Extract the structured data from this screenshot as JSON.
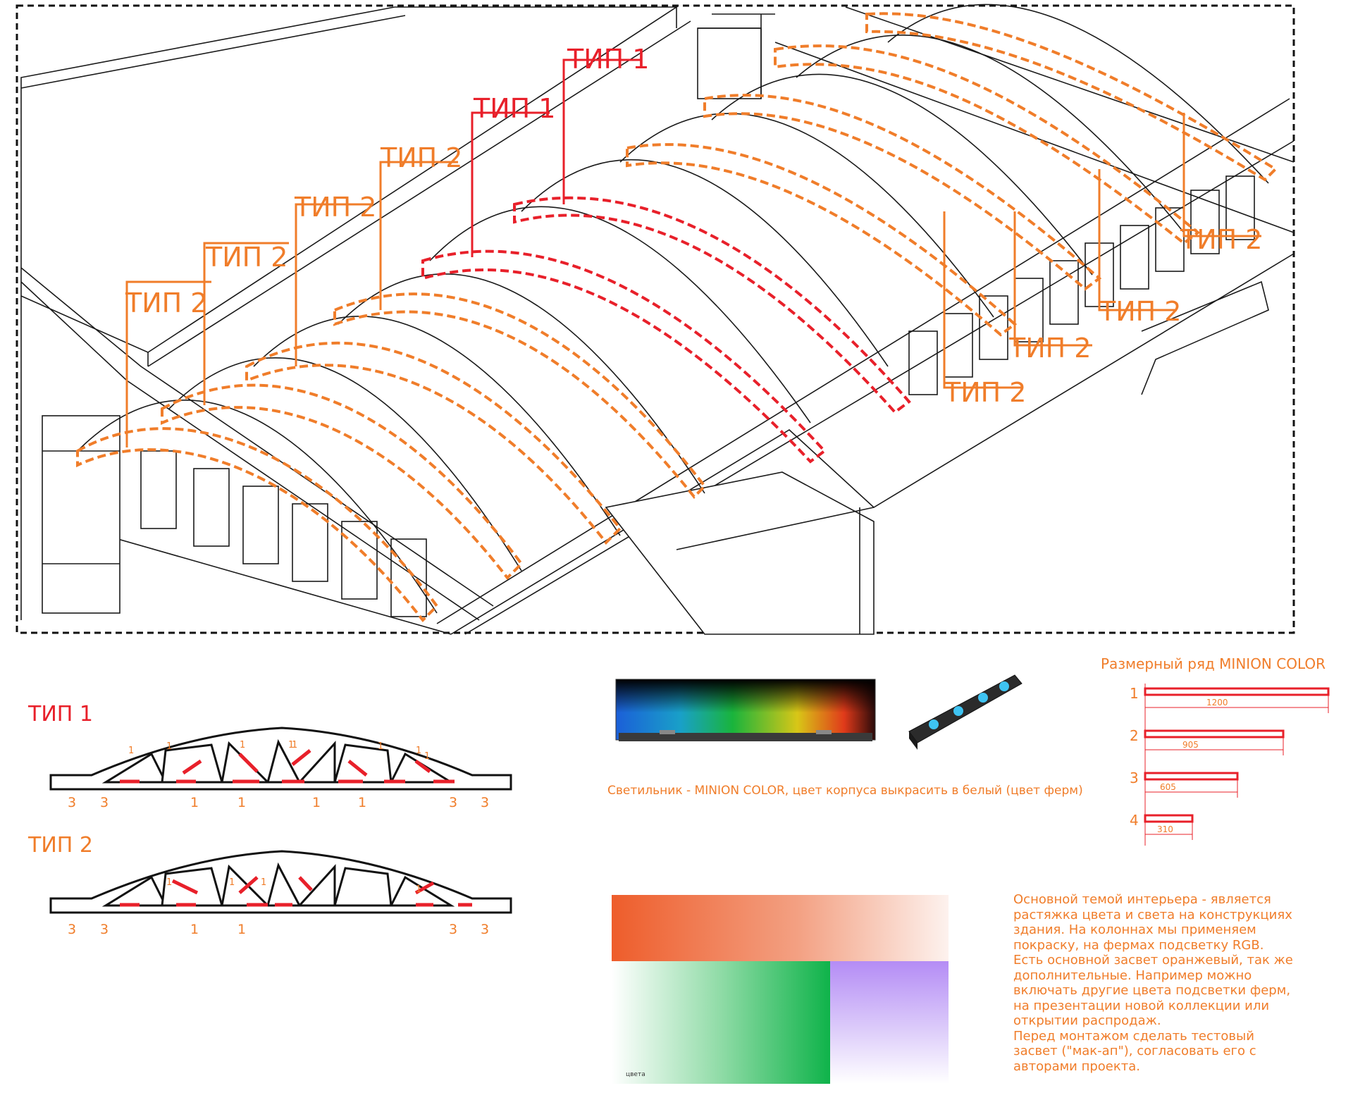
{
  "plan_callouts": [
    {
      "id": "c1",
      "text": "ТИП 1",
      "color": "#e8202a"
    },
    {
      "id": "c2",
      "text": "ТИП 1",
      "color": "#e8202a"
    },
    {
      "id": "c3",
      "text": "ТИП 2",
      "color": "#f07d2a"
    },
    {
      "id": "c4",
      "text": "ТИП 2",
      "color": "#f07d2a"
    },
    {
      "id": "c5",
      "text": "ТИП 2",
      "color": "#f07d2a"
    },
    {
      "id": "c6",
      "text": "ТИП 2",
      "color": "#f07d2a"
    },
    {
      "id": "c7",
      "text": "ТИП 2",
      "color": "#f07d2a"
    },
    {
      "id": "c8",
      "text": "ТИП 2",
      "color": "#f07d2a"
    },
    {
      "id": "c9",
      "text": "ТИП 2",
      "color": "#f07d2a"
    },
    {
      "id": "c10",
      "text": "ТИП 2",
      "color": "#f07d2a"
    }
  ],
  "truss_type1": {
    "title": "ТИП 1",
    "numbers": [
      "3",
      "3",
      "1",
      "1",
      "1",
      "1",
      "3",
      "3"
    ],
    "small_marks": [
      "1",
      "1",
      "1",
      "1",
      "1",
      "1",
      "1",
      "1"
    ]
  },
  "truss_type2": {
    "title": "ТИП 2",
    "numbers": [
      "3",
      "3",
      "1",
      "1",
      "3",
      "3"
    ],
    "small_marks": [
      "1",
      "1",
      "1",
      "1"
    ]
  },
  "fixture_caption": "Светильник - MINION COLOR, цвет корпуса выкрасить в белый (цвет ферм)",
  "size_range": {
    "title": "Размерный ряд  MINION COLOR",
    "items": [
      {
        "index": "1",
        "length": 1200,
        "label": "1200"
      },
      {
        "index": "2",
        "length": 905,
        "label": "905"
      },
      {
        "index": "3",
        "length": 605,
        "label": "605"
      },
      {
        "index": "4",
        "length": 310,
        "label": "310"
      }
    ]
  },
  "swatches": {
    "orange": "#ee5d2b",
    "green": "#0fb34a",
    "violet": "#b48cf5",
    "green_label": "цвета"
  },
  "note_lines": [
    "Основной темой  интерьера - является",
    "растяжка цвета и света на конструкциях",
    "здания. На колоннах мы применяем",
    "покраску, на фермах подсветку RGB.",
    "Есть основной засвет оранжевый, так же",
    "дополнительные. Например можно",
    "включать другие цвета подсветки ферм,",
    "на презентации новой коллекции или",
    "открытии распродаж.",
    "Перед монтажом сделать тестовый",
    "засвет (\"мак-ап\"), согласовать его с",
    "авторами проекта."
  ],
  "colors": {
    "accent_orange": "#f07d2a",
    "accent_red": "#e8202a",
    "line": "#1a1a1a"
  }
}
